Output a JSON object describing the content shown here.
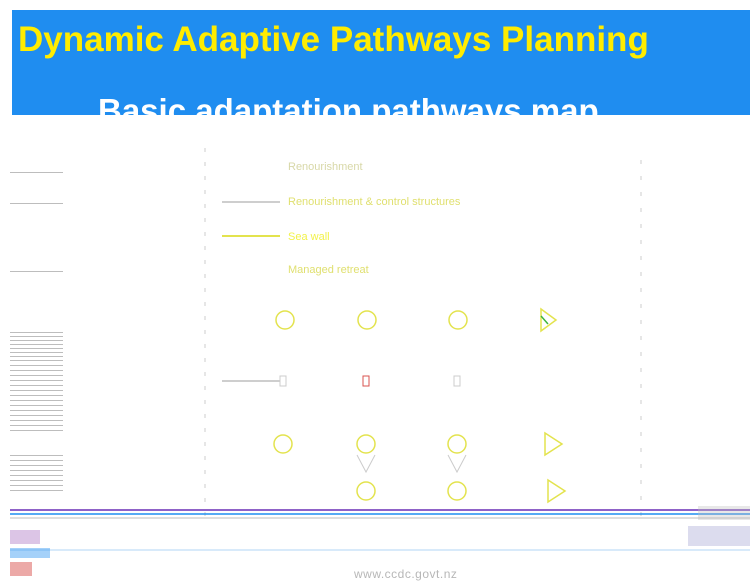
{
  "banner": {
    "title": "Dynamic Adaptive Pathways Planning",
    "subtitle": "Basic adaptation pathways map"
  },
  "legend": [
    {
      "label": "Renourishment",
      "color": "#d8d8a8"
    },
    {
      "label": "Renourishment & control structures",
      "color": "#e0e070"
    },
    {
      "label": "Sea wall",
      "color": "#f2f24a"
    },
    {
      "label": "Managed retreat",
      "color": "#e0e070"
    }
  ],
  "footer": {
    "url": "www.ccdc.govt.nz"
  },
  "colors": {
    "banner_bg": "#1f8df0",
    "title": "#ffec00",
    "subtitle": "#ffffff",
    "pathway_line": "#e3e34e",
    "node_circle": "#d9d9a0",
    "accent_green": "#3db53d",
    "accent_red": "#d9534f"
  }
}
